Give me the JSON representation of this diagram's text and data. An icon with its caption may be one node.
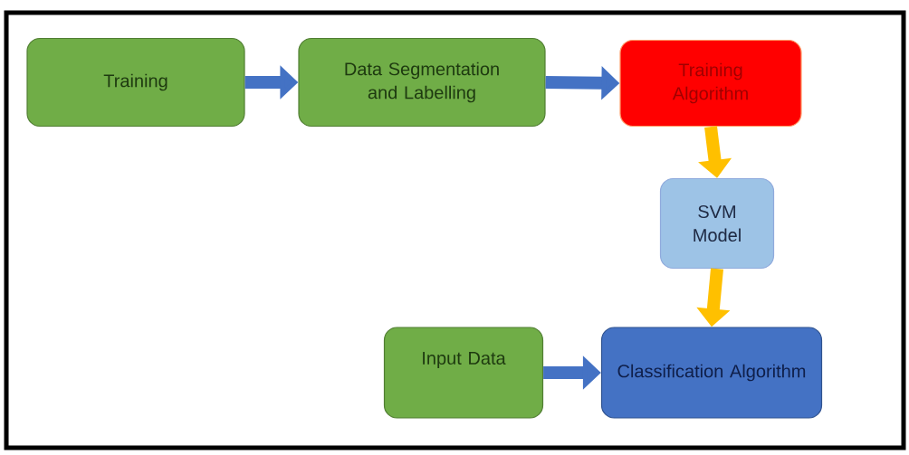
{
  "diagram": {
    "nodes": [
      {
        "text": [
          "Training"
        ]
      },
      {
        "text": [
          "Data Segmentation and Labelling"
        ]
      },
      {
        "text": [
          "Training Algorithm"
        ]
      },
      {
        "text": [
          "SVM Model"
        ]
      },
      {
        "text": [
          "Input Data"
        ]
      },
      {
        "text": [
          "Classification Algorithm"
        ]
      }
    ],
    "edges": [
      {
        "from": 0,
        "to": 1,
        "arrow": "to"
      },
      {
        "from": 1,
        "to": 2,
        "arrow": "to"
      },
      {
        "from": 2,
        "to": 3,
        "arrow": "to",
        "color": "#ffc000"
      },
      {
        "from": 3,
        "to": 5,
        "arrow": "to",
        "color": "#ffc000"
      },
      {
        "from": 4,
        "to": 5,
        "arrow": "to"
      }
    ]
  }
}
